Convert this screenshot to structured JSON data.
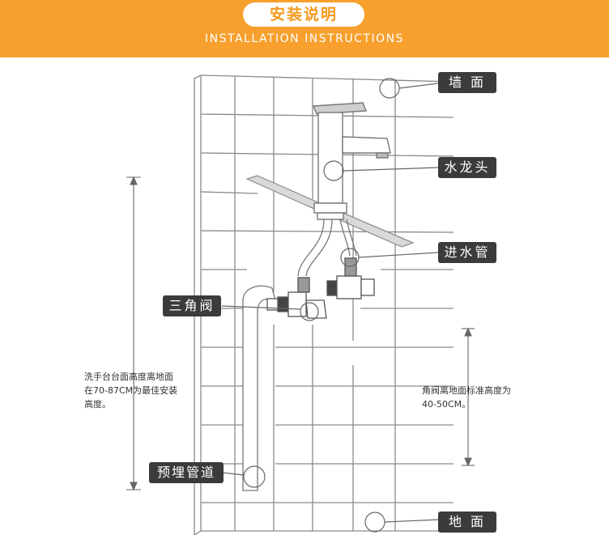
{
  "header": {
    "title": "安装说明",
    "subtitle": "INSTALLATION INSTRUCTIONS"
  },
  "labels": {
    "wall": "墙 面",
    "faucet": "水龙头",
    "inlet_pipe": "进水管",
    "angle_valve": "三角阀",
    "embedded_pipe": "预埋管道",
    "floor": "地 面"
  },
  "notes": {
    "basin_height": [
      "洗手台台面高度离地面",
      "在70-87CM为最佳安装",
      "高度。"
    ],
    "valve_height": [
      "角阀离地面标准高度为",
      "40-50CM。"
    ]
  },
  "colors": {
    "header_bg": "#f7a02d",
    "label_bg": "#3b3b3b",
    "line": "#777777"
  }
}
